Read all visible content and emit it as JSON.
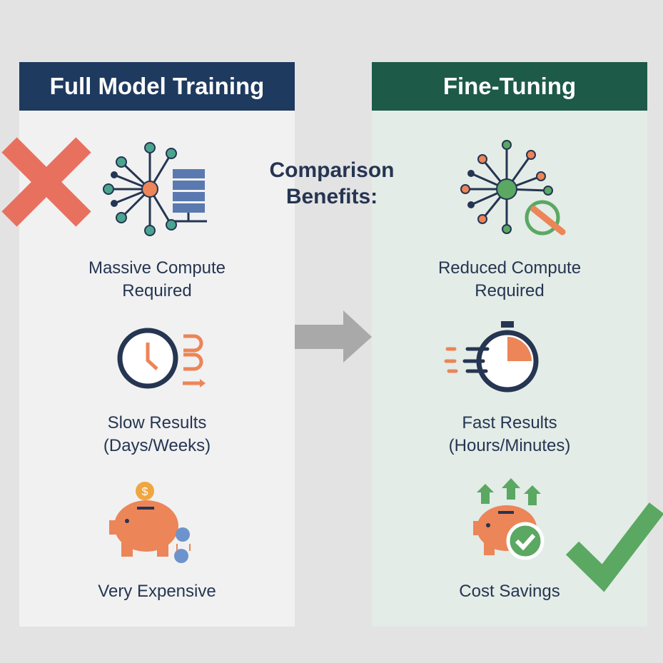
{
  "left_panel": {
    "title": "Full Model Training",
    "items": [
      {
        "label_line1": "Massive Compute",
        "label_line2": "Required",
        "icon": "neural-network-server-icon"
      },
      {
        "label_line1": "Slow Results",
        "label_line2": "(Days/Weeks)",
        "icon": "clock-icon"
      },
      {
        "label_line1": "Very Expensive",
        "icon": "piggy-bank-losing-coins-icon"
      }
    ],
    "marker": "x-mark-icon"
  },
  "center": {
    "title_line1": "Comparison",
    "title_line2": "Benefits:"
  },
  "right_panel": {
    "title": "Fine-Tuning",
    "items": [
      {
        "label_line1": "Reduced Compute",
        "label_line2": "Required",
        "icon": "neural-network-wrench-icon"
      },
      {
        "label_line1": "Fast Results",
        "label_line2": "(Hours/Minutes)",
        "icon": "stopwatch-icon"
      },
      {
        "label_line1": "Cost Savings",
        "icon": "piggy-bank-check-icon"
      }
    ],
    "marker": "check-mark-icon"
  },
  "colors": {
    "navy": "#1f3a5f",
    "green_header": "#1d5a48",
    "orange": "#ec8558",
    "green": "#5aa862",
    "red_x": "#e8705f",
    "teal": "#4aa58f"
  }
}
